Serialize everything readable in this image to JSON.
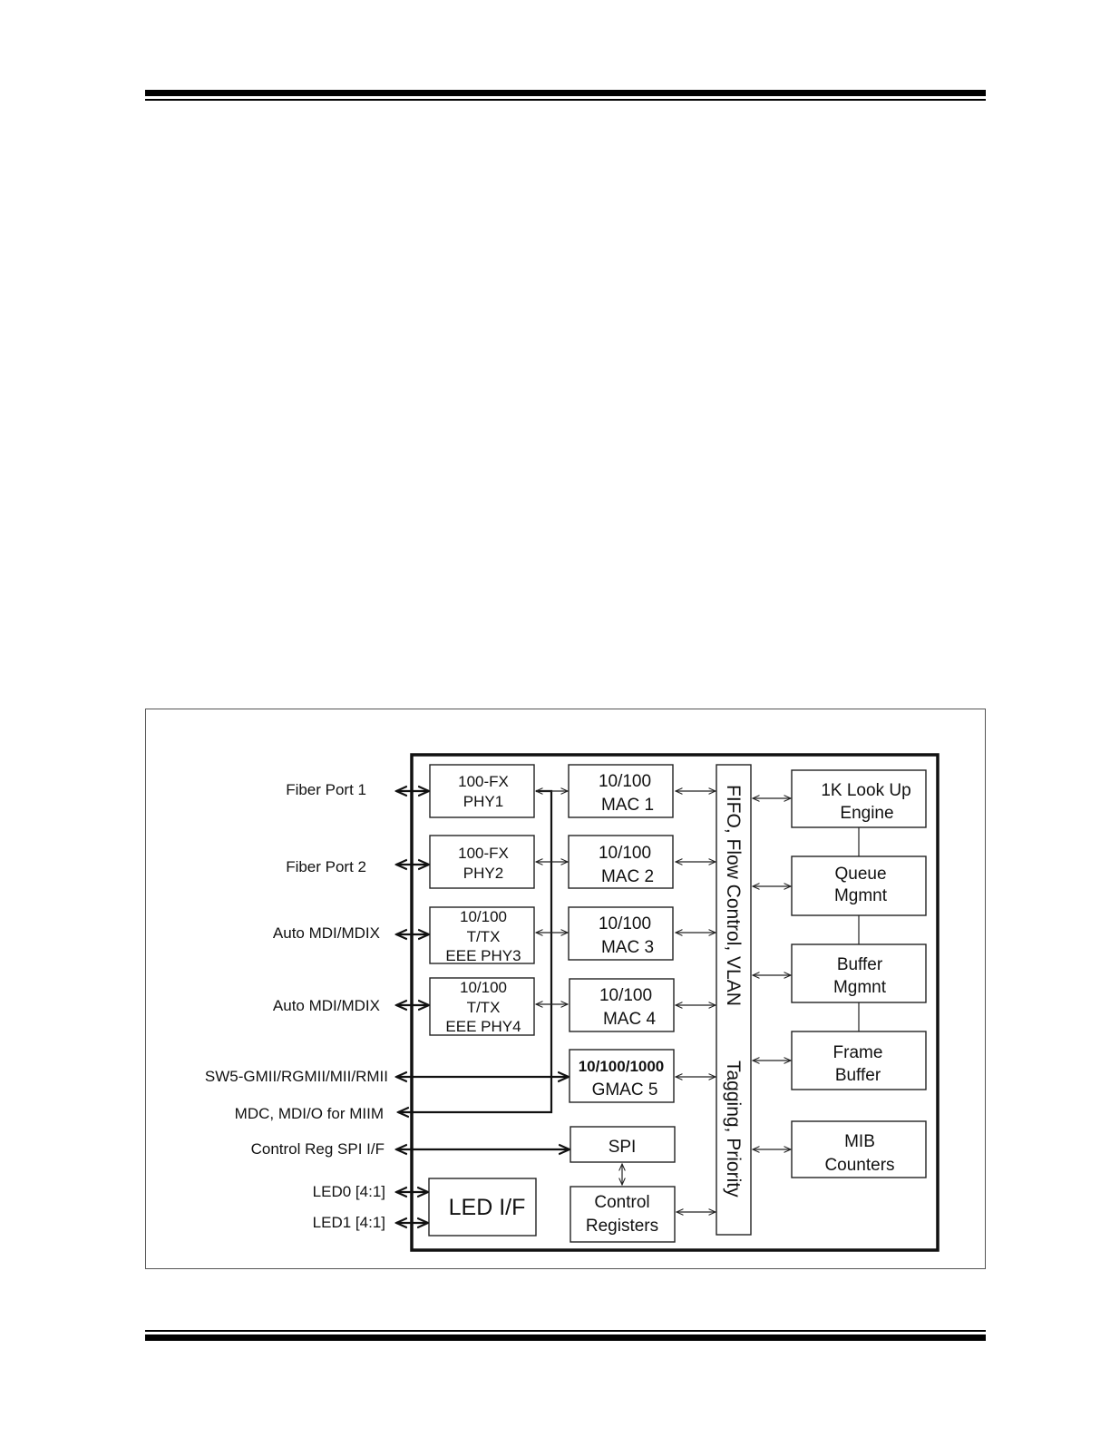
{
  "ports": [
    {
      "key": "fiber1",
      "label": "Fiber Port 1"
    },
    {
      "key": "fiber2",
      "label": "Fiber Port 2"
    },
    {
      "key": "mdix3",
      "label": "Auto MDI/MDIX"
    },
    {
      "key": "mdix4",
      "label": "Auto MDI/MDIX"
    },
    {
      "key": "sw5",
      "label": "SW5-GMII/RGMII/MII/RMII"
    },
    {
      "key": "mdc",
      "label": "MDC, MDI/O for MIIM"
    },
    {
      "key": "spi",
      "label": "Control Reg SPI I/F"
    },
    {
      "key": "led0",
      "label": "LED0 [4:1]"
    },
    {
      "key": "led1",
      "label": "LED1 [4:1]"
    }
  ],
  "phys": [
    [
      "100-FX",
      "PHY1"
    ],
    [
      "100-FX",
      "PHY2"
    ],
    [
      "10/100",
      "T/TX",
      "EEE PHY3"
    ],
    [
      "10/100",
      "T/TX",
      "EEE PHY4"
    ]
  ],
  "macs": [
    [
      "10/100",
      "MAC 1"
    ],
    [
      "10/100",
      "MAC 2"
    ],
    [
      "10/100",
      "MAC 3"
    ],
    [
      "10/100",
      "MAC 4"
    ],
    [
      "10/100/1000",
      "GMAC 5"
    ]
  ],
  "spi_block": "SPI",
  "control_regs": [
    "Control",
    "Registers"
  ],
  "led_if": "LED I/F",
  "bus_top": "FIFO, Flow Control, VLAN",
  "bus_bottom": "Tagging, Priority",
  "right_blocks": [
    [
      "1K Look Up",
      "Engine"
    ],
    [
      "Queue",
      "Mgmnt"
    ],
    [
      "Buffer",
      "Mgmnt"
    ],
    [
      "Frame",
      "Buffer"
    ],
    [
      "MIB",
      "Counters"
    ]
  ]
}
